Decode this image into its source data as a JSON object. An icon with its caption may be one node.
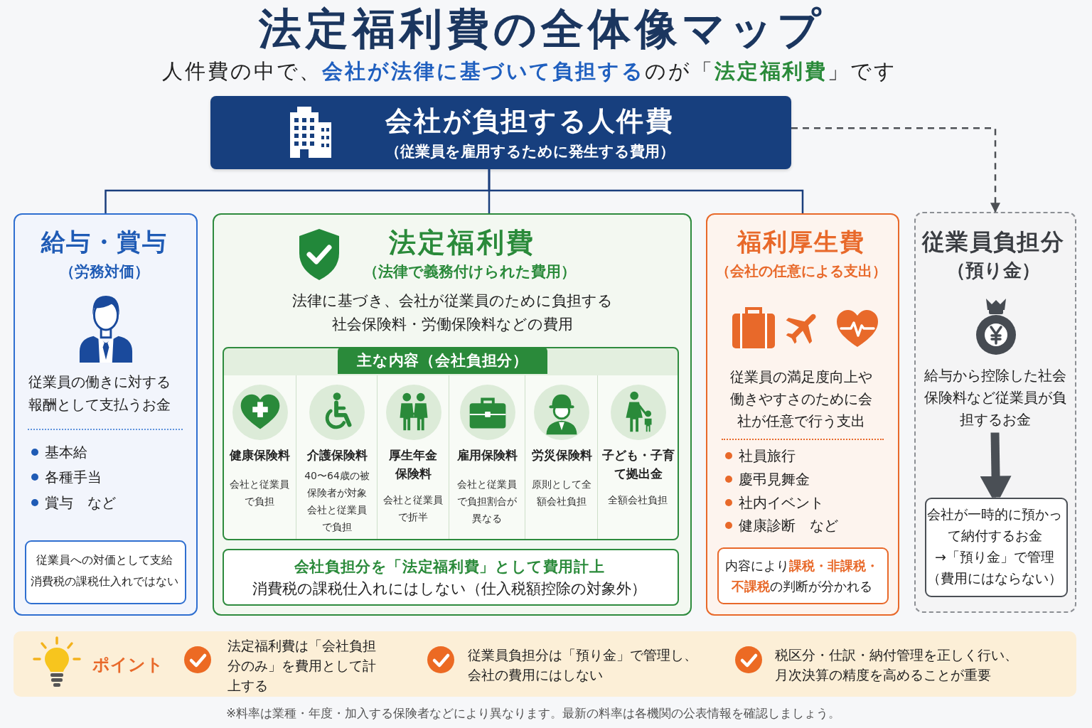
{
  "diagram": {
    "title": "法定福利費の全体像マップ",
    "nodes": [
      {
        "text": [
          "会社が負担する人件費",
          "（従業員を雇用するために発生する費用）"
        ]
      },
      {
        "text": [
          "給与・賞与",
          "（労務対価）",
          "従業員の働きに対する報酬として支払うお金",
          "基本給",
          "各種手当",
          "賞与　など"
        ]
      },
      {
        "text": [
          "従業員への対価として支給",
          "消費税の課税仕入れではない"
        ],
        "in": 1
      },
      {
        "text": [
          "法定福利費",
          "（法律で義務付けられた費用）",
          "法律に基づき、会社が従業員のために負担する社会保険料・労働保険料などの費用"
        ]
      },
      {
        "text": [
          "主な内容（会社負担分）"
        ],
        "in": 3
      },
      {
        "text": [
          "健康保険料",
          "会社と従業員で負担"
        ],
        "in": 4
      },
      {
        "text": [
          "介護保険料",
          "40〜64歳の被保険者が対象",
          "会社と従業員で負担"
        ],
        "in": 4
      },
      {
        "text": [
          "厚生年金保険料",
          "会社と従業員で折半"
        ],
        "in": 4
      },
      {
        "text": [
          "雇用保険料",
          "会社と従業員で負担割合が異なる"
        ],
        "in": 4
      },
      {
        "text": [
          "労災保険料",
          "原則として全額会社負担"
        ],
        "in": 4
      },
      {
        "text": [
          "子ども・子育て拠出金",
          "全額会社負担"
        ],
        "in": 4
      },
      {
        "text": [
          "会社負担分を「法定福利費」として費用計上",
          "消費税の課税仕入れにはしない（仕入税額控除の対象外）"
        ],
        "in": 3
      },
      {
        "text": [
          "福利厚生費",
          "（会社の任意による支出）",
          "従業員の満足度向上や働きやすさのために会社が任意で行う支出",
          "社員旅行",
          "慶弔見舞金",
          "社内イベント",
          "健康診断　など"
        ]
      },
      {
        "text": [
          "内容により**課税・非課税・不課税**の判断が分かれる"
        ],
        "in": 12
      },
      {
        "text": [
          "従業員負担分",
          "（預り金）"
        ]
      },
      {
        "text": [
          "給与から控除した社会保険料など従業員が負担するお金"
        ],
        "in": 14
      },
      {
        "text": [
          "会社が一時的に預かって納付するお金",
          "→「預り金」で管理",
          "（費用にはならない）"
        ],
        "in": 14
      },
      {
        "text": [
          "ポイント",
          "法定福利費は「会社負担分のみ」を費用として計上する",
          "従業員負担分は「預り金」で管理し、会社の費用にはしない",
          "税区分・仕訳・納付管理を正しく行い、月次決算の精度を高めることが重要"
        ]
      }
    ],
    "edges": [
      {
        "from": 0,
        "to": 1,
        "arrow": "none"
      },
      {
        "from": 0,
        "to": 3,
        "arrow": "none"
      },
      {
        "from": 0,
        "to": 12,
        "arrow": "none"
      },
      {
        "from": 0,
        "to": 14,
        "arrow": "to",
        "style": "dashed",
        "color": "#4d5055"
      },
      {
        "from": 15,
        "to": 16,
        "arrow": "to",
        "style": "thick",
        "color": "#4a4f55"
      }
    ],
    "labels": [
      "人件費の中で、**会社が法律に基づいて負担する**のが「**法定福利費**」です",
      "※料率は業種・年度・加入する保険者などにより異なります。最新の料率は各機関の公表情報を確認しましょう。"
    ]
  }
}
